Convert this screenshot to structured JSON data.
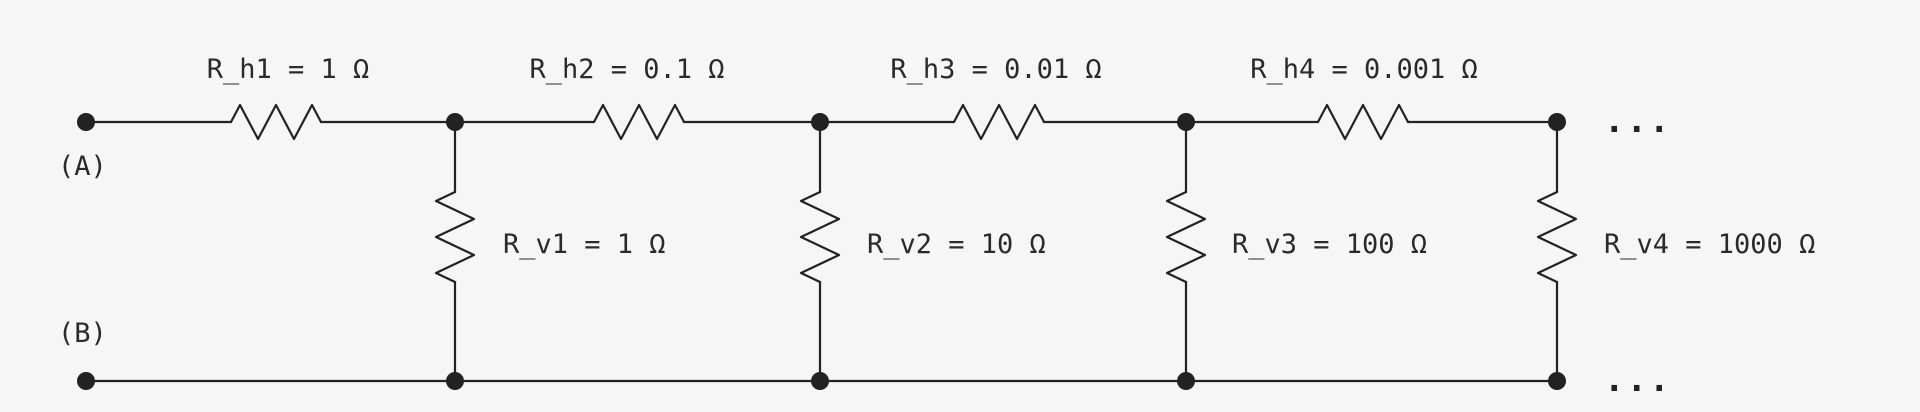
{
  "terminals": {
    "a": "(A)",
    "b": "(B)"
  },
  "horizontal_resistors": [
    {
      "label": "R_h1 = 1 Ω"
    },
    {
      "label": "R_h2 = 0.1 Ω"
    },
    {
      "label": "R_h3 = 0.01 Ω"
    },
    {
      "label": "R_h4 = 0.001 Ω"
    }
  ],
  "vertical_resistors": [
    {
      "label": "R_v1 = 1 Ω"
    },
    {
      "label": "R_v2 = 10 Ω"
    },
    {
      "label": "R_v3 = 100 Ω"
    },
    {
      "label": "R_v4 = 1000 Ω"
    }
  ],
  "continuation": {
    "top": "...",
    "bottom": "..."
  },
  "colors": {
    "background": "#f6f6f6",
    "line": "#222222",
    "text": "#2a2a2a"
  }
}
